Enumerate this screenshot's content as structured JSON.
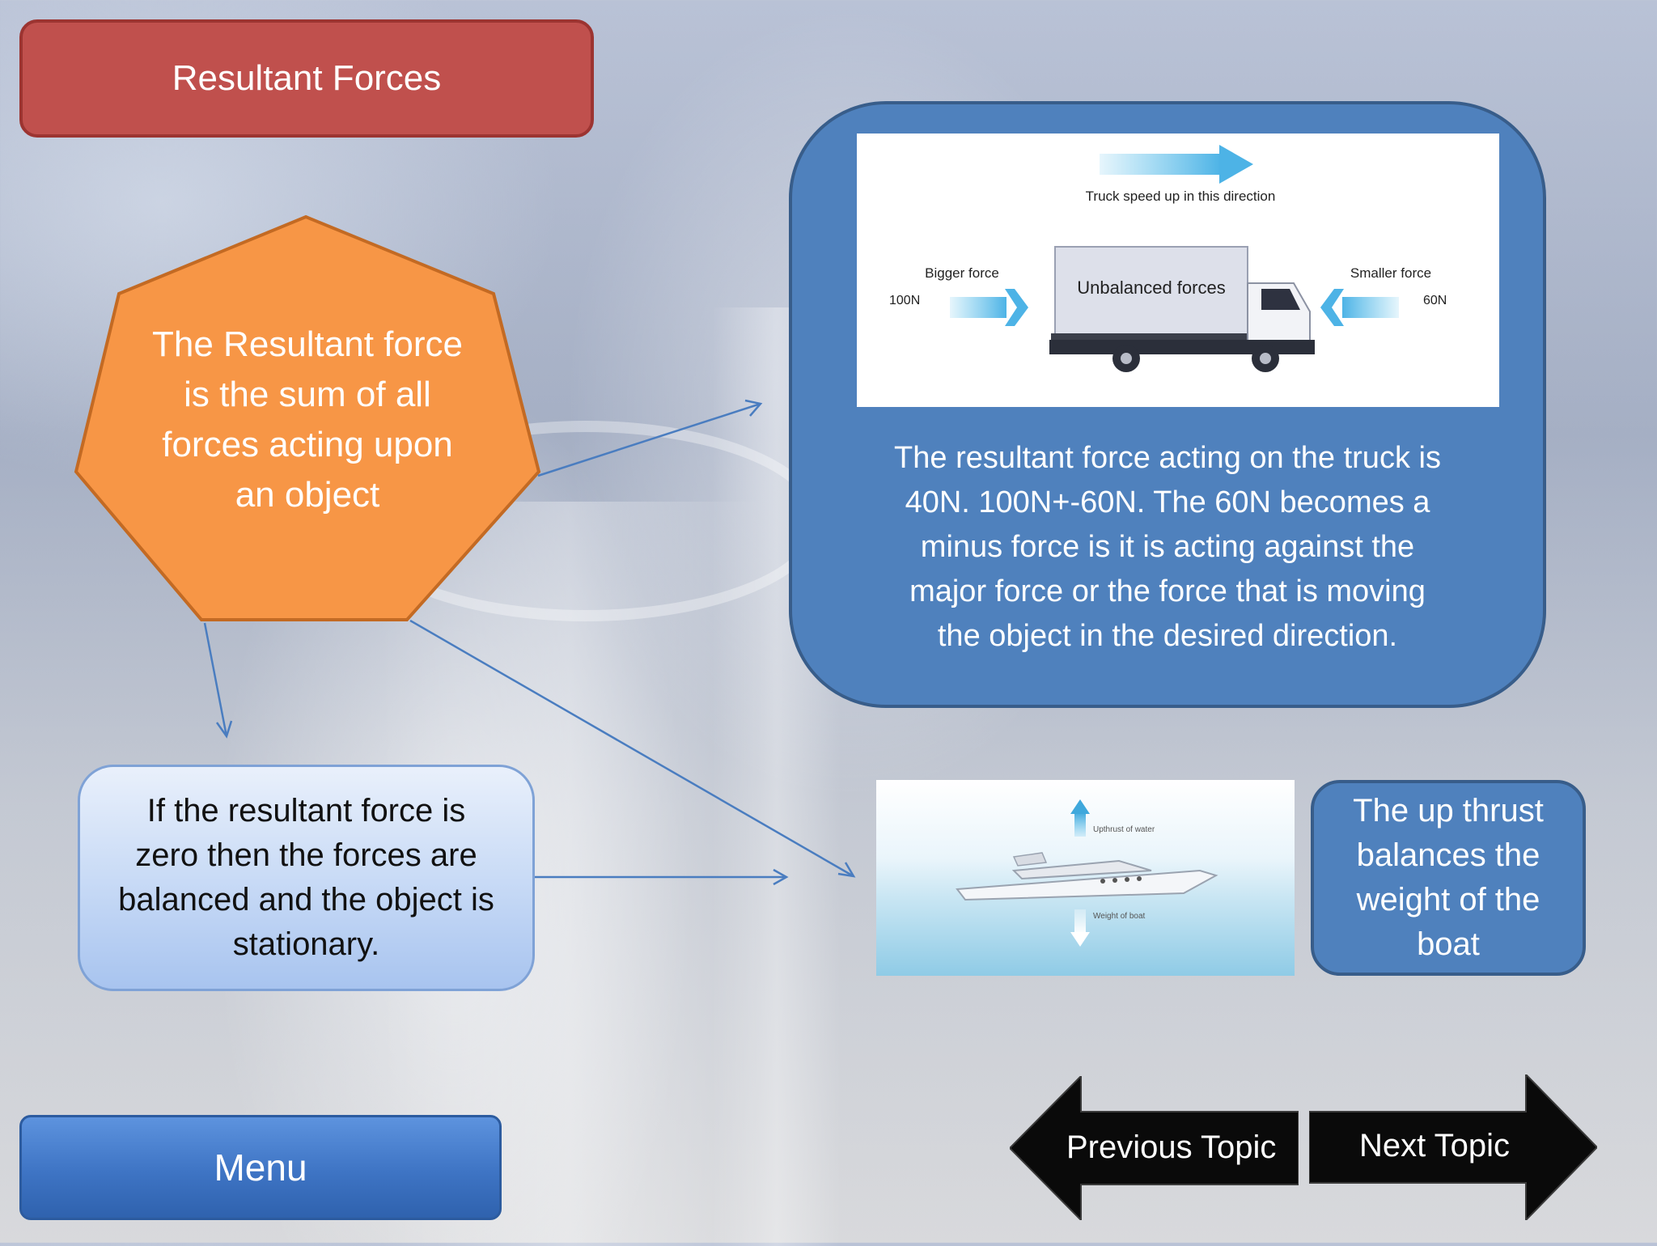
{
  "title": "Resultant Forces",
  "definition": {
    "lines": [
      "The Resultant force",
      "is the sum of all",
      "forces acting upon",
      "an object"
    ]
  },
  "truck_diagram": {
    "top_label": "Truck speed up in this direction",
    "left_label": "Bigger force",
    "left_value": "100N",
    "right_label": "Smaller force",
    "right_value": "60N",
    "truck_label": "Unbalanced forces"
  },
  "explanation": {
    "lines": [
      "The resultant force acting on the truck is",
      "40N. 100N+-60N.  The 60N becomes a",
      "minus force is it is acting against the",
      "major force or the force that is moving",
      "the object in the desired direction."
    ]
  },
  "balanced": {
    "lines": [
      "If the resultant force is",
      "zero then the forces are",
      "balanced and the object is",
      "stationary."
    ]
  },
  "boat_diagram": {
    "upthrust_label": "Upthrust of water",
    "weight_label": "Weight of boat"
  },
  "upthrust_note": {
    "lines": [
      "The up thrust",
      "balances the",
      "weight of the",
      "boat"
    ]
  },
  "nav": {
    "menu": "Menu",
    "previous": "Previous Topic",
    "next": "Next Topic"
  },
  "colors": {
    "title_red": "#c0504d",
    "heptagon_orange": "#f79646",
    "box_blue": "#4f81bd",
    "arrow_cyan": "#5bc0eb"
  }
}
